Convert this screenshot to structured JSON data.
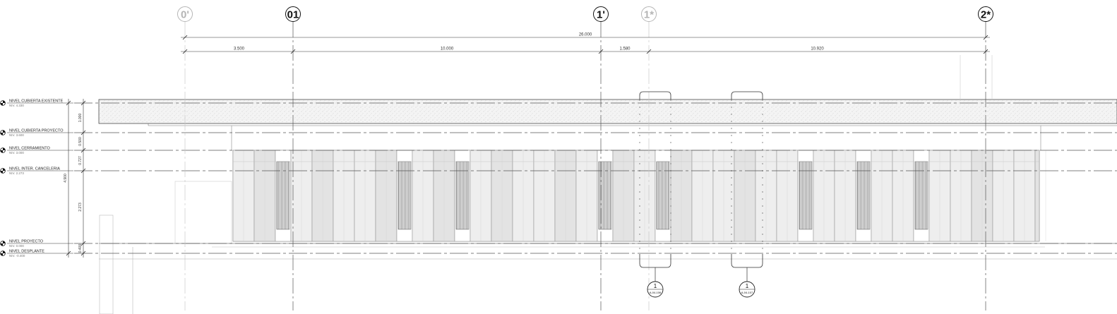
{
  "axes": [
    {
      "id": "ax-0p",
      "label": "0'",
      "faded": true
    },
    {
      "id": "ax-01",
      "label": "01",
      "faded": false
    },
    {
      "id": "ax-1p",
      "label": "1'",
      "faded": false
    },
    {
      "id": "ax-1s",
      "label": "1*",
      "faded": true
    },
    {
      "id": "ax-2s",
      "label": "2*",
      "faded": false
    }
  ],
  "dimensions": {
    "overall": "26.000",
    "segments": [
      "3.500",
      "10.000",
      "1.580",
      "10.920"
    ]
  },
  "levels": [
    {
      "name": "NIVEL CUBIERTA EXISTENTE",
      "value": "NIV. 4.330"
    },
    {
      "name": "NIVEL CUBIERTA PROYECTO",
      "value": "NIV. 3.600"
    },
    {
      "name": "NIVEL CERRAMIENTO",
      "value": "NIV. 3.000"
    },
    {
      "name": "NIVEL INTER. CANCELERIA",
      "value": "NIV. 2.273"
    },
    {
      "name": "NIVEL PROYECTO",
      "value": "NIV. 0.000"
    },
    {
      "name": "NIVEL DESPLANTE",
      "value": "NIV. -0.400"
    }
  ],
  "vertical_dims": {
    "total": "4.900",
    "segments": [
      "1.000",
      "0.500",
      "0.727",
      "2.273",
      "0.400"
    ]
  },
  "callouts": [
    {
      "number": "1",
      "ref": "A-04-106"
    },
    {
      "number": "1",
      "ref": "A-04-107"
    }
  ],
  "colors": {
    "line": "#333333",
    "faded": "#b5b5b5",
    "panel_fill": "#ebebeb",
    "slab_fill": "#f1f1f1"
  }
}
